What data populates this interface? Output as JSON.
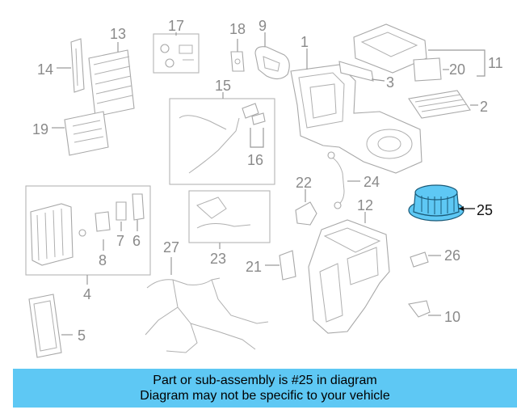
{
  "theme": {
    "banner_bg": "#5ec8f4",
    "highlight_fill": "#5ec8f4"
  },
  "callouts": [
    {
      "id": "1",
      "label": "1"
    },
    {
      "id": "2",
      "label": "2"
    },
    {
      "id": "3",
      "label": "3"
    },
    {
      "id": "4",
      "label": "4"
    },
    {
      "id": "5",
      "label": "5"
    },
    {
      "id": "6",
      "label": "6"
    },
    {
      "id": "7",
      "label": "7"
    },
    {
      "id": "8",
      "label": "8"
    },
    {
      "id": "9",
      "label": "9"
    },
    {
      "id": "10",
      "label": "10"
    },
    {
      "id": "11",
      "label": "11"
    },
    {
      "id": "12",
      "label": "12"
    },
    {
      "id": "13",
      "label": "13"
    },
    {
      "id": "14",
      "label": "14"
    },
    {
      "id": "15",
      "label": "15"
    },
    {
      "id": "16",
      "label": "16"
    },
    {
      "id": "17",
      "label": "17"
    },
    {
      "id": "18",
      "label": "18"
    },
    {
      "id": "19",
      "label": "19"
    },
    {
      "id": "20",
      "label": "20"
    },
    {
      "id": "21",
      "label": "21"
    },
    {
      "id": "22",
      "label": "22"
    },
    {
      "id": "23",
      "label": "23"
    },
    {
      "id": "24",
      "label": "24"
    },
    {
      "id": "25",
      "label": "25",
      "highlighted": true
    },
    {
      "id": "26",
      "label": "26"
    },
    {
      "id": "27",
      "label": "27"
    }
  ],
  "banner": {
    "line1": "Part or sub-assembly is #25 in diagram",
    "line2": "Diagram may not be specific to your vehicle"
  }
}
